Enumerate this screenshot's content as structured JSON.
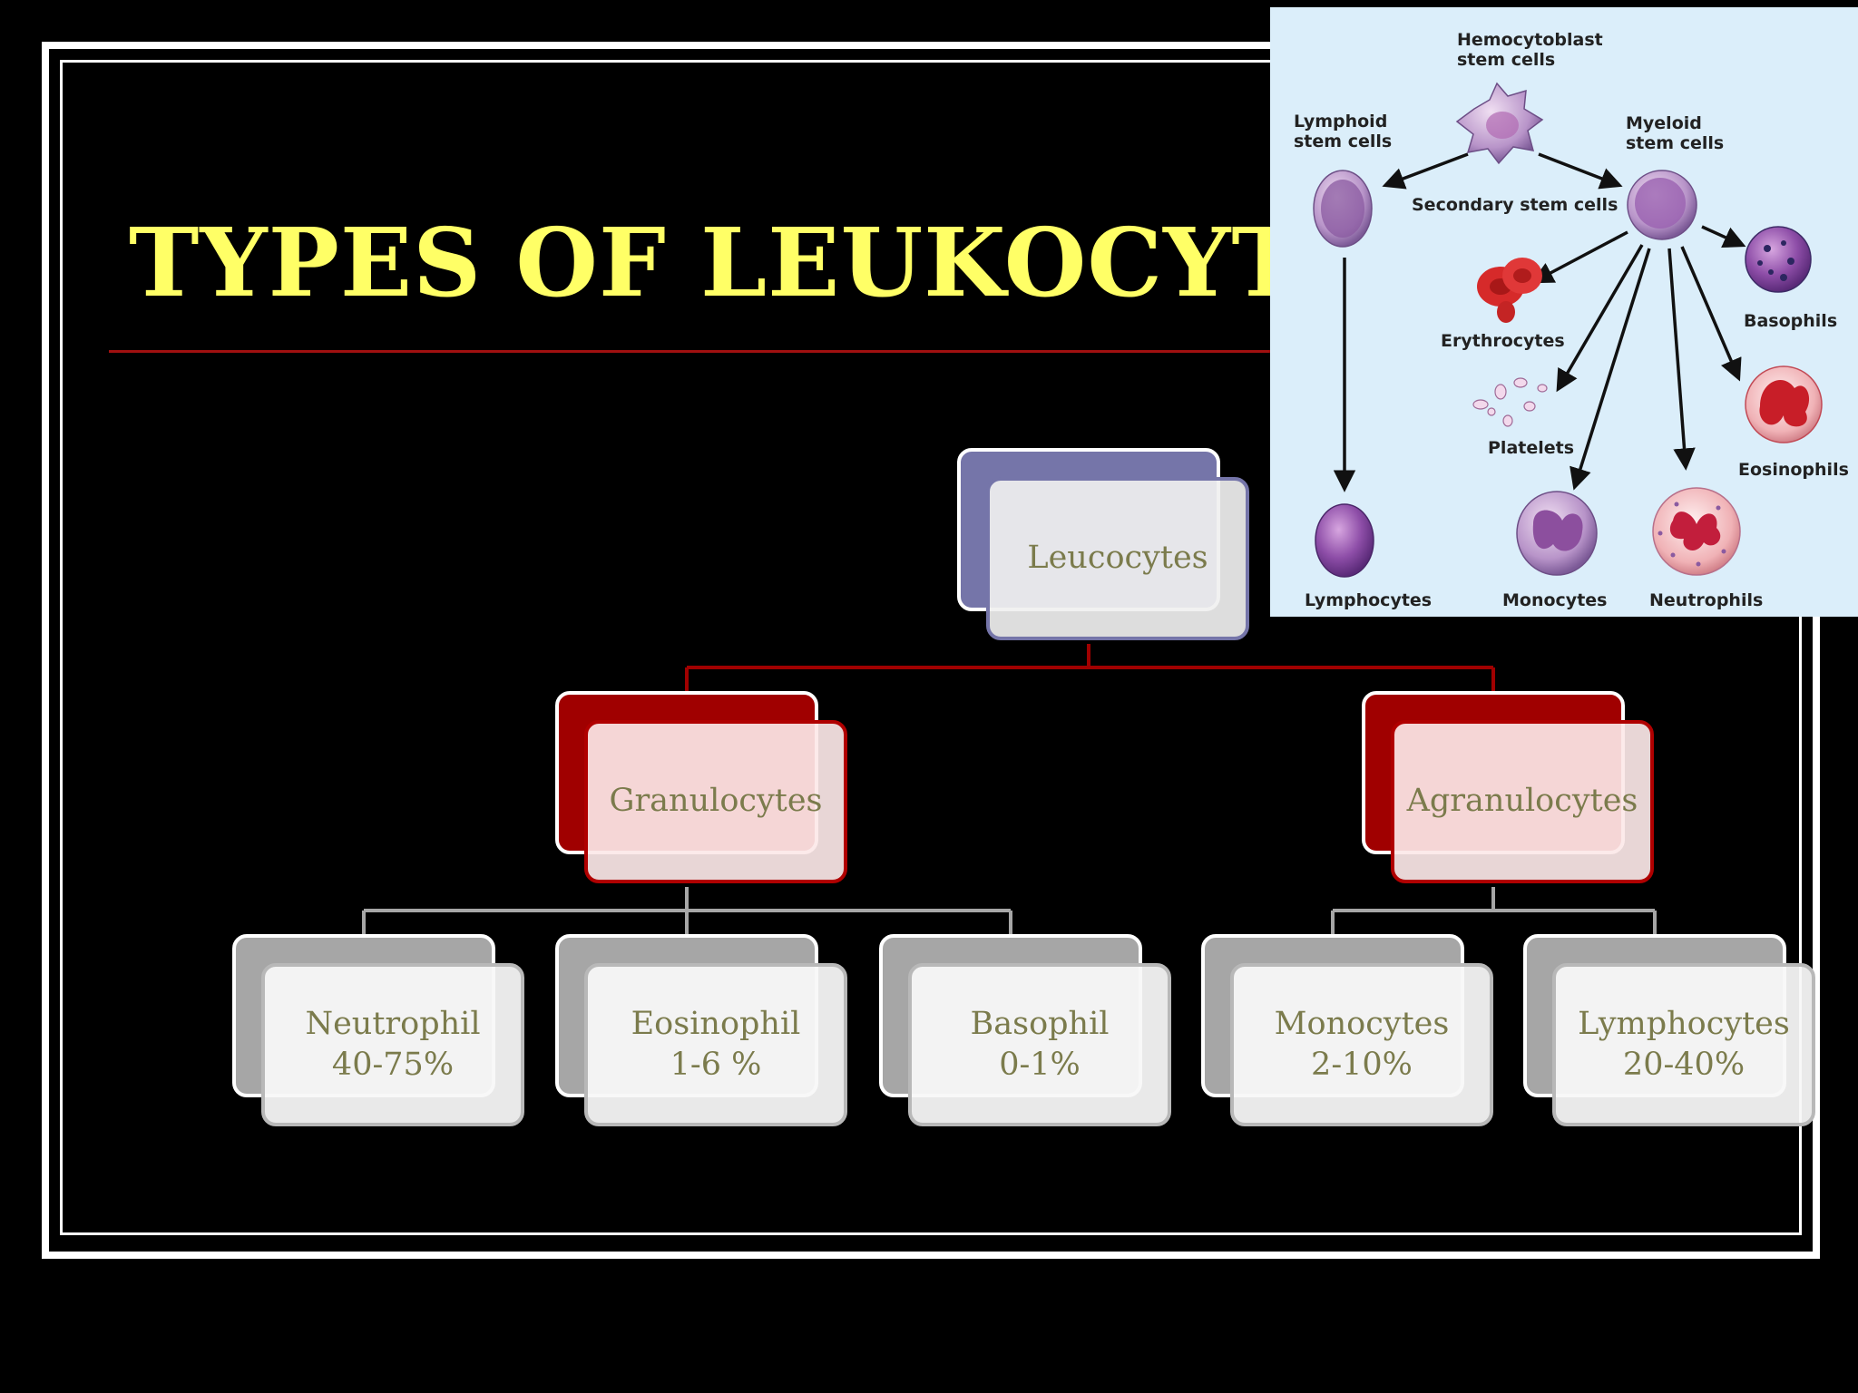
{
  "slide": {
    "title": "TYPES OF LEUKOCYTES"
  },
  "hierarchy": {
    "root": {
      "label": "Leucocytes"
    },
    "granulocytes": {
      "label": "Granulocytes",
      "children": [
        {
          "name": "Neutrophil",
          "percent": "40-75%"
        },
        {
          "name": "Eosinophil",
          "percent": "1-6 %"
        },
        {
          "name": "Basophil",
          "percent": "0-1%"
        }
      ]
    },
    "agranulocytes": {
      "label": "Agranulocytes",
      "children": [
        {
          "name": "Monocytes",
          "percent": "2-10%"
        },
        {
          "name": "Lymphocytes",
          "percent": "20-40%"
        }
      ]
    }
  },
  "inset": {
    "hemocytoblast": "Hemocytoblast\nstem cells",
    "lymphoid": "Lymphoid\nstem cells",
    "myeloid": "Myeloid\nstem cells",
    "secondary": "Secondary stem cells",
    "erythrocytes": "Erythrocytes",
    "platelets": "Platelets",
    "basophils": "Basophils",
    "eosinophils": "Eosinophils",
    "lymphocytes": "Lymphocytes",
    "monocytes": "Monocytes",
    "neutrophils": "Neutrophils"
  },
  "colors": {
    "title": "#ffff66",
    "root_accent": "#7575a9",
    "group_accent": "#a00000",
    "leaf_accent": "#a6a6a6",
    "node_text": "#7b7b4c",
    "inset_background": "#dbeefa"
  }
}
